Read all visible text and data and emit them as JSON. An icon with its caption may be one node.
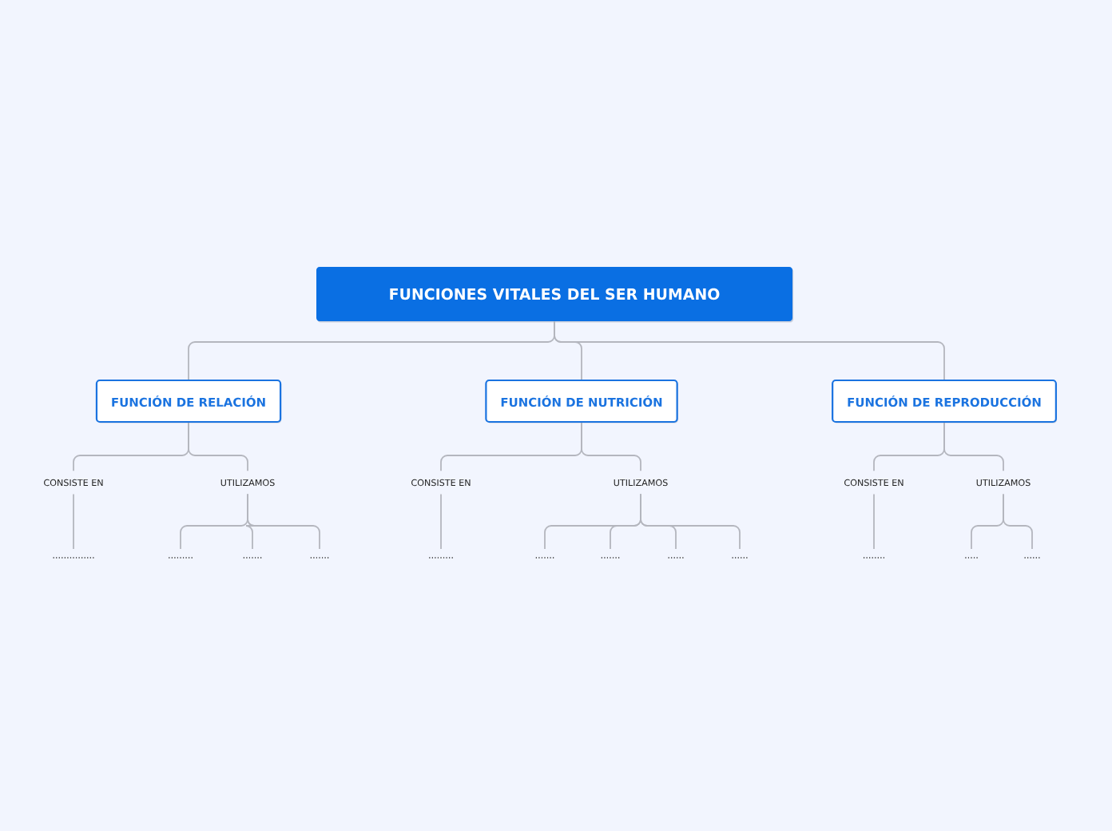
{
  "diagram": {
    "nodes": [
      {
        "text": [
          "FUNCIONES VITALES DEL SER HUMANO"
        ]
      },
      {
        "text": [
          "FUNCIÓN DE RELACIÓN"
        ]
      },
      {
        "text": [
          "FUNCIÓN DE NUTRICIÓN"
        ]
      },
      {
        "text": [
          "FUNCIÓN DE REPRODUCCIÓN"
        ]
      },
      {
        "text": [
          "CONSISTE EN"
        ]
      },
      {
        "text": [
          "UTILIZAMOS"
        ]
      },
      {
        "text": [
          "CONSISTE EN"
        ]
      },
      {
        "text": [
          "UTILIZAMOS"
        ]
      },
      {
        "text": [
          "CONSISTE EN"
        ]
      },
      {
        "text": [
          "UTILIZAMOS"
        ]
      },
      {
        "text": [
          "..............."
        ]
      },
      {
        "text": [
          "........."
        ]
      },
      {
        "text": [
          "......."
        ]
      },
      {
        "text": [
          "......."
        ]
      },
      {
        "text": [
          "........."
        ]
      },
      {
        "text": [
          "......."
        ]
      },
      {
        "text": [
          "......."
        ]
      },
      {
        "text": [
          "......"
        ]
      },
      {
        "text": [
          "......"
        ]
      },
      {
        "text": [
          "........"
        ]
      },
      {
        "text": [
          "....."
        ]
      },
      {
        "text": [
          "......"
        ]
      }
    ],
    "edges": [
      {
        "from": 0,
        "to": 1,
        "arrow": "none"
      },
      {
        "from": 0,
        "to": 2,
        "arrow": "none"
      },
      {
        "from": 0,
        "to": 3,
        "arrow": "none"
      },
      {
        "from": 1,
        "to": 4,
        "arrow": "none"
      },
      {
        "from": 1,
        "to": 5,
        "arrow": "none"
      },
      {
        "from": 2,
        "to": 6,
        "arrow": "none"
      },
      {
        "from": 2,
        "to": 7,
        "arrow": "none"
      },
      {
        "from": 3,
        "to": 8,
        "arrow": "none"
      },
      {
        "from": 3,
        "to": 9,
        "arrow": "none"
      },
      {
        "from": 4,
        "to": 10,
        "arrow": "none"
      },
      {
        "from": 5,
        "to": 11,
        "arrow": "none"
      },
      {
        "from": 5,
        "to": 12,
        "arrow": "none"
      },
      {
        "from": 5,
        "to": 13,
        "arrow": "none"
      },
      {
        "from": 6,
        "to": 14,
        "arrow": "none"
      },
      {
        "from": 7,
        "to": 15,
        "arrow": "none"
      },
      {
        "from": 7,
        "to": 16,
        "arrow": "none"
      },
      {
        "from": 7,
        "to": 17,
        "arrow": "none"
      },
      {
        "from": 7,
        "to": 18,
        "arrow": "none"
      },
      {
        "from": 8,
        "to": 19,
        "arrow": "none"
      },
      {
        "from": 9,
        "to": 20,
        "arrow": "none"
      },
      {
        "from": 9,
        "to": 21,
        "arrow": "none"
      }
    ]
  }
}
